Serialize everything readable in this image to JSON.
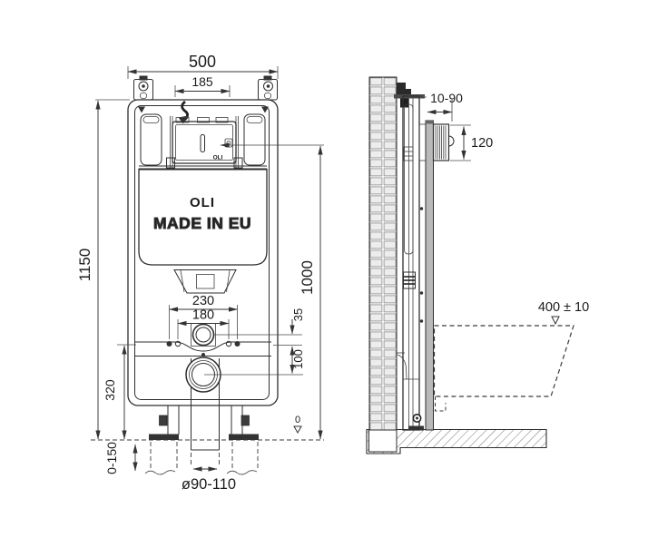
{
  "drawing": {
    "branding": {
      "logo": "OLI",
      "made_in": "MADE IN EU",
      "unit_label": "OLI"
    },
    "front_view": {
      "total_width": "500",
      "top_span": "185",
      "total_height": "1150",
      "flush_unit_height": "1000",
      "bolt_span_outer": "230",
      "bolt_span_inner": "180",
      "inlet_offset": "35",
      "outlet_offset": "100",
      "lower_frame_height": "320",
      "leg_adjustment": "0-150",
      "outlet_diameter": "ø90-110",
      "floor_datum": "0"
    },
    "side_view": {
      "wall_finish_range": "10-90",
      "opening_height": "120",
      "bowl_height": "400 ± 10"
    }
  }
}
